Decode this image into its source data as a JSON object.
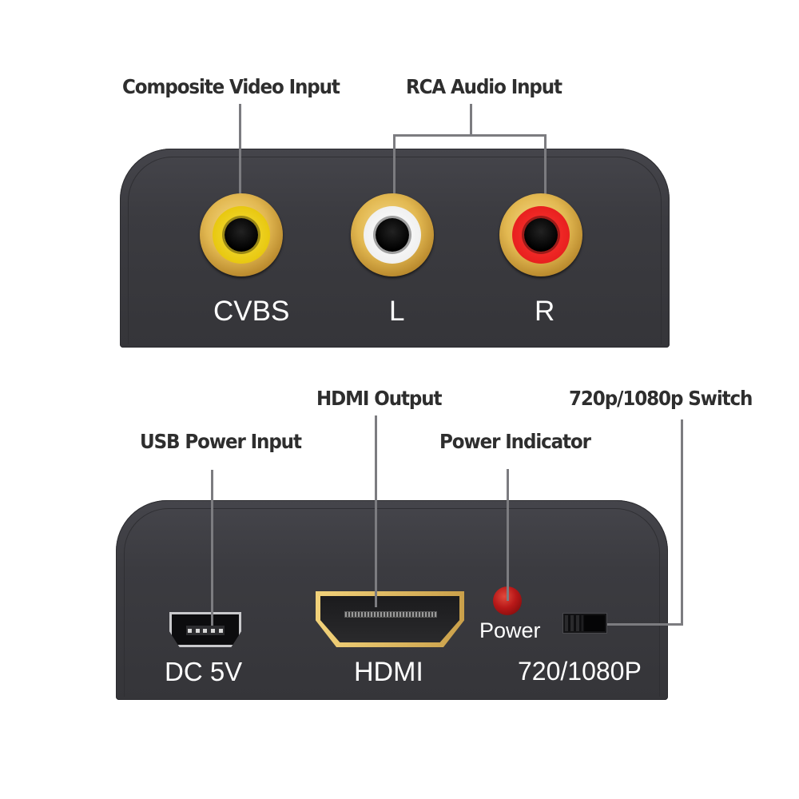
{
  "top_panel": {
    "callouts": {
      "composite_video": "Composite Video Input",
      "rca_audio": "RCA Audio Input"
    },
    "ports": [
      {
        "label": "CVBS",
        "insert_color": "#f2d21c"
      },
      {
        "label": "L",
        "insert_color": "#f4f4f4"
      },
      {
        "label": "R",
        "insert_color": "#e8201f"
      }
    ]
  },
  "bottom_panel": {
    "callouts": {
      "usb_power": "USB Power Input",
      "hdmi_output": "HDMI Output",
      "power_indicator": "Power Indicator",
      "resolution_switch": "720p/1080p Switch"
    },
    "ports": {
      "usb_label": "DC 5V",
      "hdmi_label": "HDMI",
      "led_label": "Power",
      "switch_label": "720/1080P"
    },
    "colors": {
      "led": "#c01818",
      "gold": "#e2b851",
      "panel": "#3b3b40"
    }
  }
}
